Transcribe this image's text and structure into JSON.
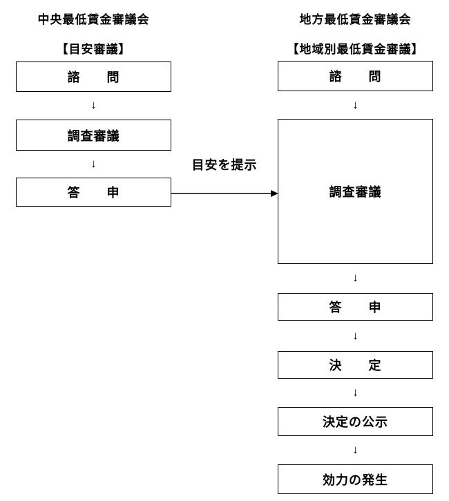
{
  "page": {
    "background": "#ffffff",
    "line_color": "#000000",
    "text_color": "#000000"
  },
  "icons": {
    "down_arrow": "↓"
  },
  "left_column": {
    "title": "中央最低賃金審議会",
    "subtitle": "【目安審議】",
    "steps": [
      {
        "label": "諮　　問"
      },
      {
        "label": "調査審議"
      },
      {
        "label": "答　　申"
      }
    ]
  },
  "right_column": {
    "title": "地方最低賃金審議会",
    "subtitle": "【地域別最低賃金審議】",
    "steps": [
      {
        "label": "諮　　問"
      },
      {
        "label": "調査審議"
      },
      {
        "label": "答　　申"
      },
      {
        "label": "決　　定"
      },
      {
        "label": "決定の公示"
      },
      {
        "label": "効力の発生"
      }
    ]
  },
  "connector": {
    "label": "目安を提示"
  }
}
